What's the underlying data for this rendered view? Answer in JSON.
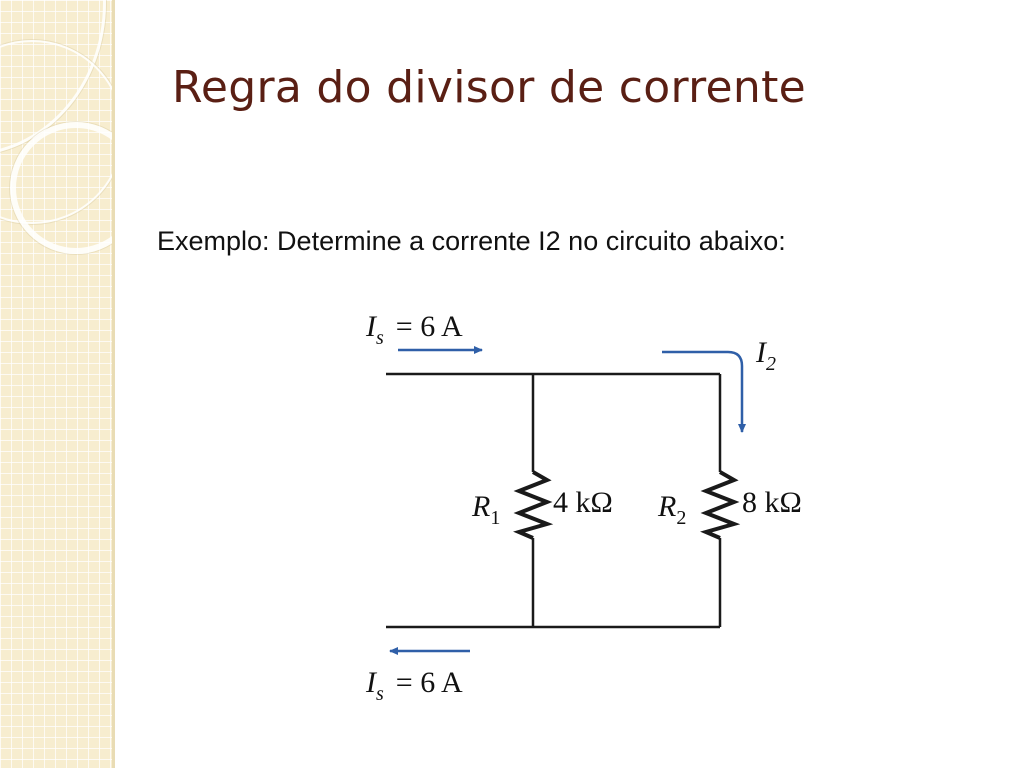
{
  "slide": {
    "title": "Regra do divisor de corrente",
    "question": "Exemplo: Determine a corrente I2 no circuito abaixo:"
  },
  "circuit": {
    "source_top": {
      "symbol": "I",
      "subscript": "s",
      "value": "= 6 A"
    },
    "source_bottom": {
      "symbol": "I",
      "subscript": "s",
      "value": "= 6 A"
    },
    "branch_current": {
      "symbol": "I",
      "subscript": "2"
    },
    "r1": {
      "symbol": "R",
      "subscript": "1",
      "value": "4 kΩ"
    },
    "r2": {
      "symbol": "R",
      "subscript": "2",
      "value": "8 kΩ"
    }
  },
  "colors": {
    "title": "#5a1f14",
    "wire": "#1a1a1a",
    "arrow": "#2f5fa8",
    "sidebar": "#f7edcf"
  }
}
